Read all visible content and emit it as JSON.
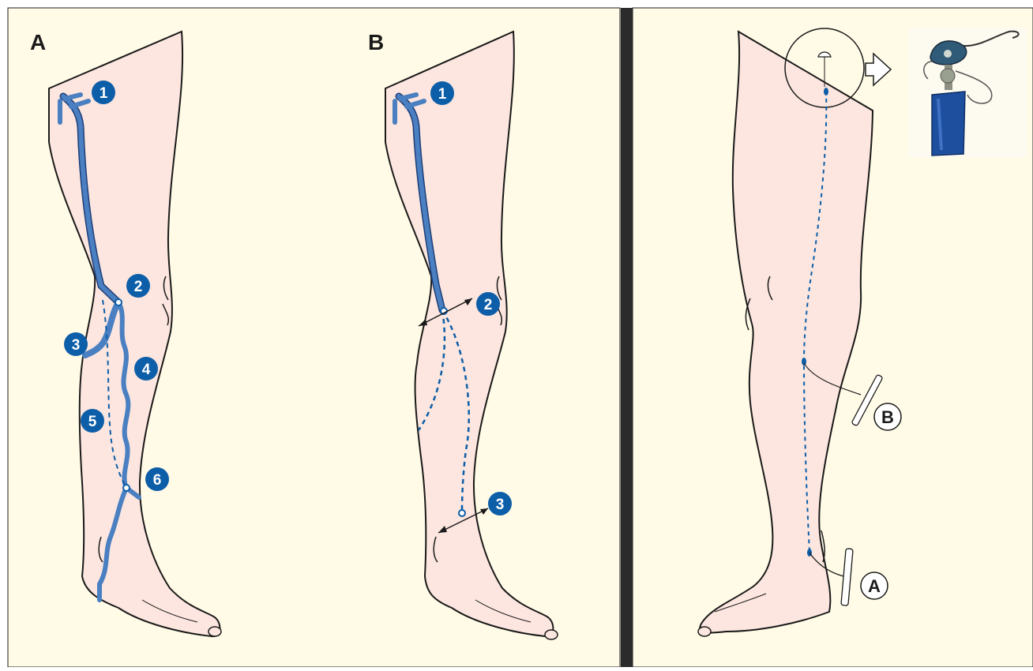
{
  "panels": {
    "left": {
      "label_a": "A",
      "label_b": "B"
    },
    "right": {
      "clip_label_b": "B",
      "clip_label_a": "A"
    }
  },
  "markers_a": [
    "1",
    "2",
    "3",
    "4",
    "5",
    "6"
  ],
  "markers_b": [
    "1",
    "2",
    "3"
  ],
  "colors": {
    "background": "#fffbe6",
    "skin": "#fce6df",
    "vein": "#4a7fc1",
    "vein_dark": "#1f3f78",
    "marker": "#0d5ea8",
    "divider": "#2b2b2b",
    "outline": "#1a1a1a"
  },
  "icons": [
    "stripper-device-photo",
    "arrow-right-icon",
    "magnifier-circle"
  ]
}
